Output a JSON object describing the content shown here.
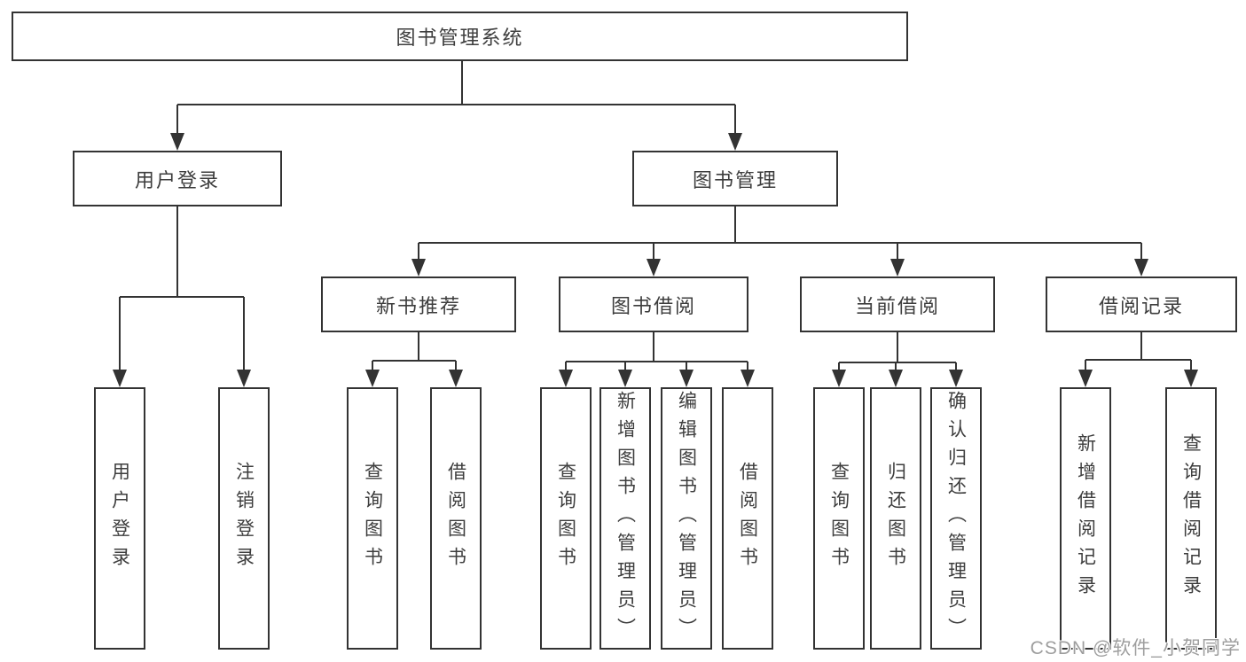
{
  "diagram": {
    "type": "hierarchy-tree",
    "colors": {
      "line": "#333333",
      "box_border": "#333333",
      "box_fill": "#ffffff",
      "text": "#3d3d3d",
      "background": "#ffffff",
      "watermark": "#9e9e9e"
    },
    "nodes": {
      "root": "图书管理系统",
      "user_login": "用户登录",
      "book_mgmt": "图书管理",
      "new_book_rec": "新书推荐",
      "book_borrow": "图书借阅",
      "current_borrow": "当前借阅",
      "borrow_records": "借阅记录",
      "ul_login": "用户登录",
      "ul_logout": "注销登录",
      "nr_query_book": "查询图书",
      "nr_borrow_book": "借阅图书",
      "bb_query_book": "查询图书",
      "bb_add_book": "新增图书（管理员）",
      "bb_edit_book": "编辑图书（管理员）",
      "bb_borrow_book": "借阅图书",
      "cb_query_book": "查询图书",
      "cb_return_book": "归还图书",
      "cb_confirm_return": "确认归还（管理员）",
      "br_add_record": "新增借阅记录",
      "br_query_record": "查询借阅记录"
    },
    "edges": [
      [
        "root",
        "user_login"
      ],
      [
        "root",
        "book_mgmt"
      ],
      [
        "user_login",
        "ul_login"
      ],
      [
        "user_login",
        "ul_logout"
      ],
      [
        "book_mgmt",
        "new_book_rec"
      ],
      [
        "book_mgmt",
        "book_borrow"
      ],
      [
        "book_mgmt",
        "current_borrow"
      ],
      [
        "book_mgmt",
        "borrow_records"
      ],
      [
        "new_book_rec",
        "nr_query_book"
      ],
      [
        "new_book_rec",
        "nr_borrow_book"
      ],
      [
        "book_borrow",
        "bb_query_book"
      ],
      [
        "book_borrow",
        "bb_add_book"
      ],
      [
        "book_borrow",
        "bb_edit_book"
      ],
      [
        "book_borrow",
        "bb_borrow_book"
      ],
      [
        "current_borrow",
        "cb_query_book"
      ],
      [
        "current_borrow",
        "cb_return_book"
      ],
      [
        "current_borrow",
        "cb_confirm_return"
      ],
      [
        "borrow_records",
        "br_add_record"
      ],
      [
        "borrow_records",
        "br_query_record"
      ]
    ],
    "watermark": "CSDN @软件_小贺同学"
  }
}
